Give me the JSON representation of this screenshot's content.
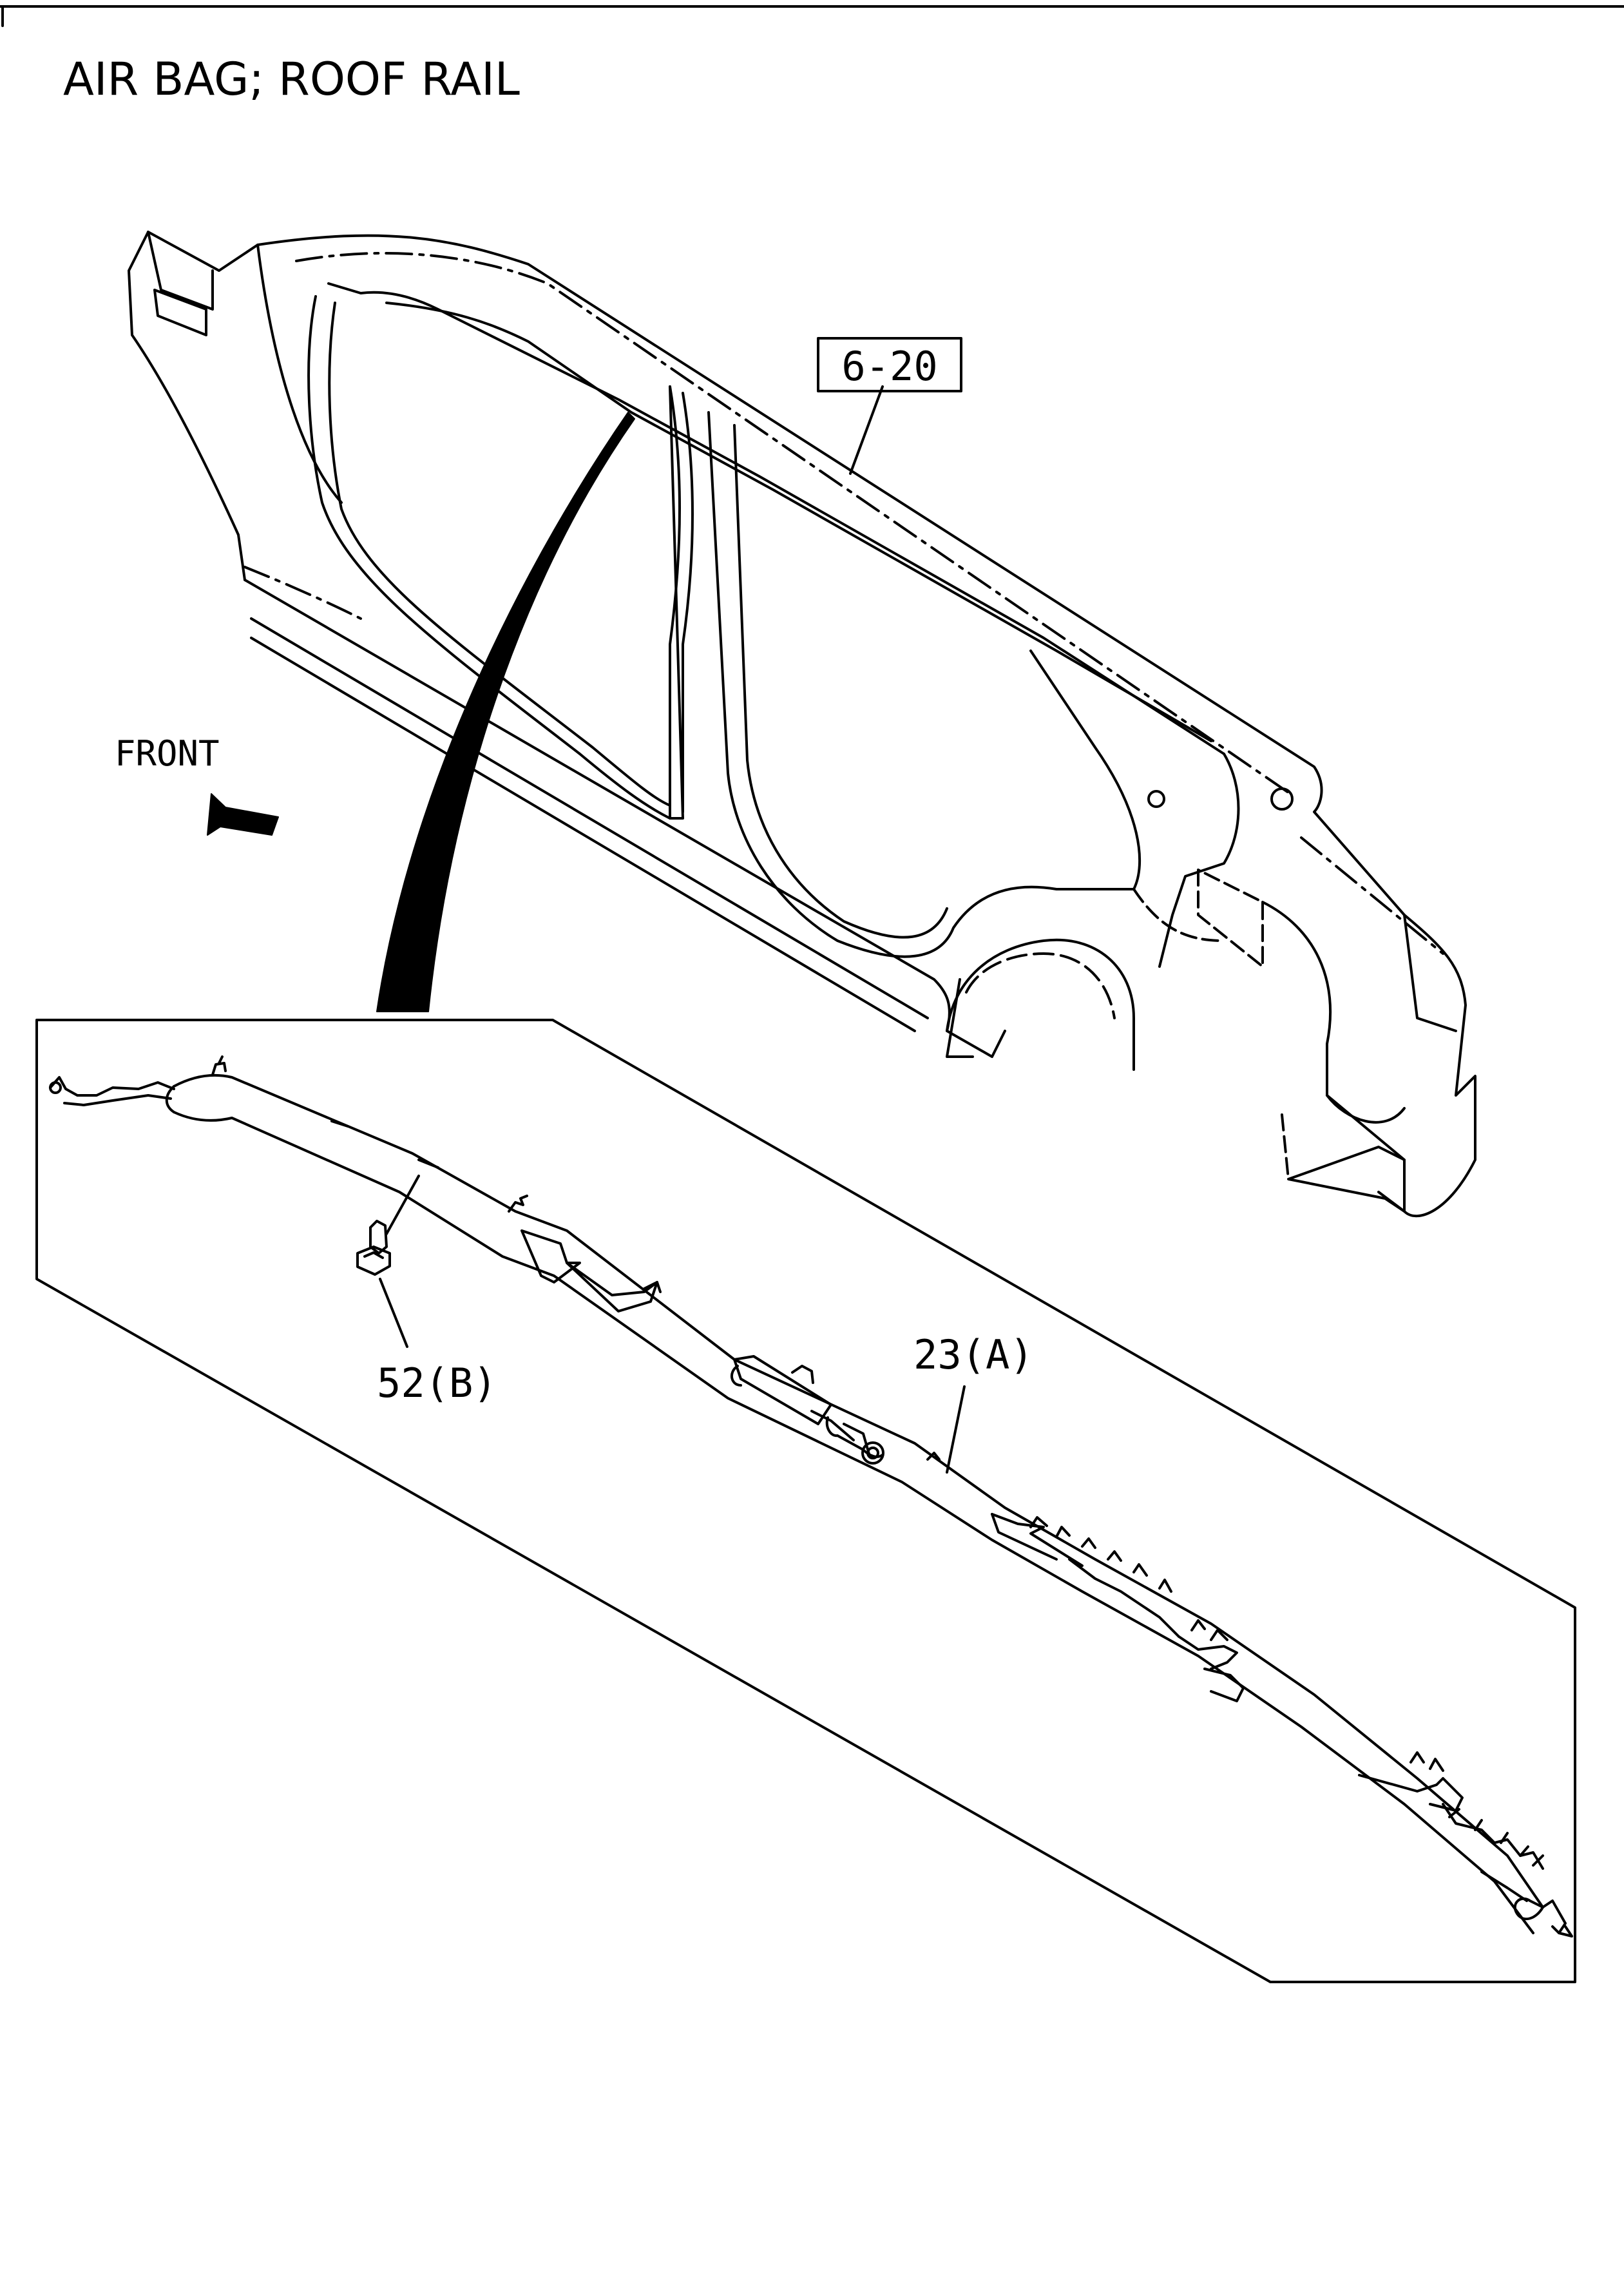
{
  "title": "AIR BAG; ROOF RAIL",
  "front_label": "FRONT",
  "callouts": {
    "reference": "6-20",
    "airbag": "23(A)",
    "bolt": "52(B)"
  }
}
